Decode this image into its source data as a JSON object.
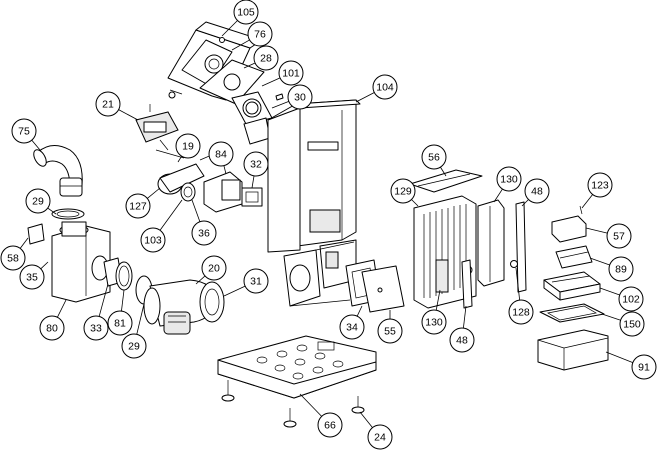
{
  "callouts": [
    {
      "id": "c105",
      "label": "105"
    },
    {
      "id": "c76",
      "label": "76"
    },
    {
      "id": "c28",
      "label": "28"
    },
    {
      "id": "c101",
      "label": "101"
    },
    {
      "id": "c30",
      "label": "30"
    },
    {
      "id": "c104",
      "label": "104"
    },
    {
      "id": "c21",
      "label": "21"
    },
    {
      "id": "c75",
      "label": "75"
    },
    {
      "id": "c19",
      "label": "19"
    },
    {
      "id": "c84",
      "label": "84"
    },
    {
      "id": "c32",
      "label": "32"
    },
    {
      "id": "c29a",
      "label": "29"
    },
    {
      "id": "c127",
      "label": "127"
    },
    {
      "id": "c103",
      "label": "103"
    },
    {
      "id": "c36",
      "label": "36"
    },
    {
      "id": "c58",
      "label": "58"
    },
    {
      "id": "c35",
      "label": "35"
    },
    {
      "id": "c80",
      "label": "80"
    },
    {
      "id": "c33",
      "label": "33"
    },
    {
      "id": "c81",
      "label": "81"
    },
    {
      "id": "c29b",
      "label": "29"
    },
    {
      "id": "c20",
      "label": "20"
    },
    {
      "id": "c31",
      "label": "31"
    },
    {
      "id": "c34",
      "label": "34"
    },
    {
      "id": "c55",
      "label": "55"
    },
    {
      "id": "c56",
      "label": "56"
    },
    {
      "id": "c129",
      "label": "129"
    },
    {
      "id": "c130a",
      "label": "130"
    },
    {
      "id": "c48a",
      "label": "48"
    },
    {
      "id": "c123",
      "label": "123"
    },
    {
      "id": "c57",
      "label": "57"
    },
    {
      "id": "c89",
      "label": "89"
    },
    {
      "id": "c128",
      "label": "128"
    },
    {
      "id": "c130b",
      "label": "130"
    },
    {
      "id": "c48b",
      "label": "48"
    },
    {
      "id": "c102",
      "label": "102"
    },
    {
      "id": "c150",
      "label": "150"
    },
    {
      "id": "c91",
      "label": "91"
    },
    {
      "id": "c66",
      "label": "66"
    },
    {
      "id": "c24",
      "label": "24"
    }
  ]
}
